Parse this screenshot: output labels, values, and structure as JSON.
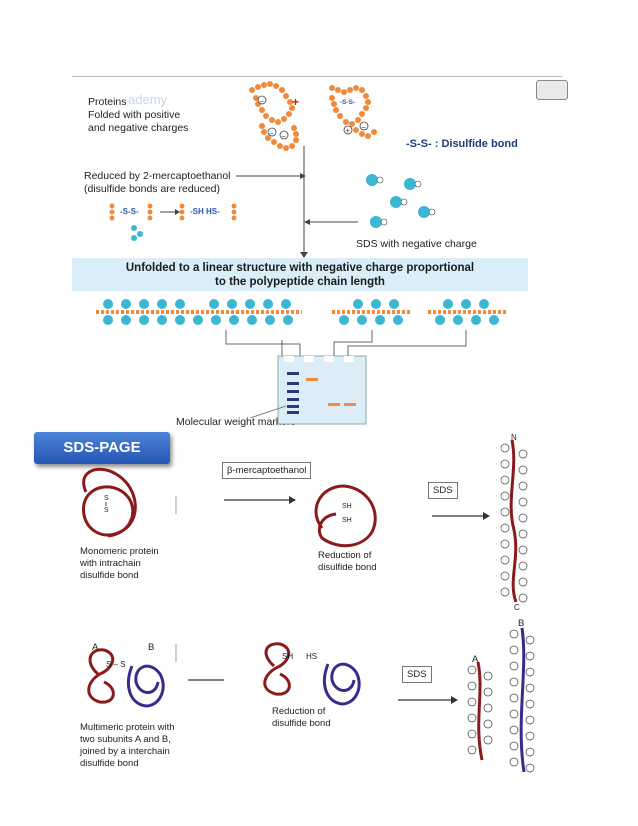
{
  "top_panel": {
    "watermark": "ademy",
    "proteins_label": [
      "Proteins",
      "Folded with positive",
      "and negative charges"
    ],
    "disulfide_legend": "-S-S- : Disulfide bond",
    "reduced_label": [
      "Reduced by 2-mercaptoethanol",
      "(disulfide bonds are reduced)"
    ],
    "reduction_left": "-S-S-",
    "reduction_right": "-SH HS-",
    "sds_label": "SDS with negative charge",
    "banner": [
      "Unfolded to a linear structure with negative charge proportional",
      "to the polypeptide chain length"
    ],
    "markers_label": "Molecular weight markers"
  },
  "section_badge": "SDS-PAGE",
  "monomer": {
    "protein_label": [
      "Monomeric protein",
      "with intrachain",
      "disulfide bond"
    ],
    "bond_s1": "S",
    "bond_s2": "S",
    "reagent": "β-mercaptoethanol",
    "reduced_sh1": "SH",
    "reduced_sh2": "SH",
    "reduction_label": [
      "Reduction of",
      "disulfide bond"
    ],
    "sds": "SDS",
    "end_n": "N",
    "end_c": "C"
  },
  "multimer": {
    "subunit_a": "A",
    "subunit_b": "B",
    "bond": "S – S",
    "protein_label": [
      "Multimeric protein with",
      "two subunits A and B,",
      "joined by a interchain",
      "disulfide bond"
    ],
    "reduced_left": "SH",
    "reduced_right": "HS",
    "reduction_label": [
      "Reduction of",
      "disulfide bond"
    ],
    "sds": "SDS",
    "chain_a": "A",
    "chain_b": "B"
  },
  "colors": {
    "protein_orange": "#f08a3c",
    "sds_cyan": "#3bb7d3",
    "banner_blue": "#d9eef8",
    "maroon": "#8b1a1a",
    "navy": "#3b2a8a",
    "badge_blue": "#2f66c4"
  }
}
